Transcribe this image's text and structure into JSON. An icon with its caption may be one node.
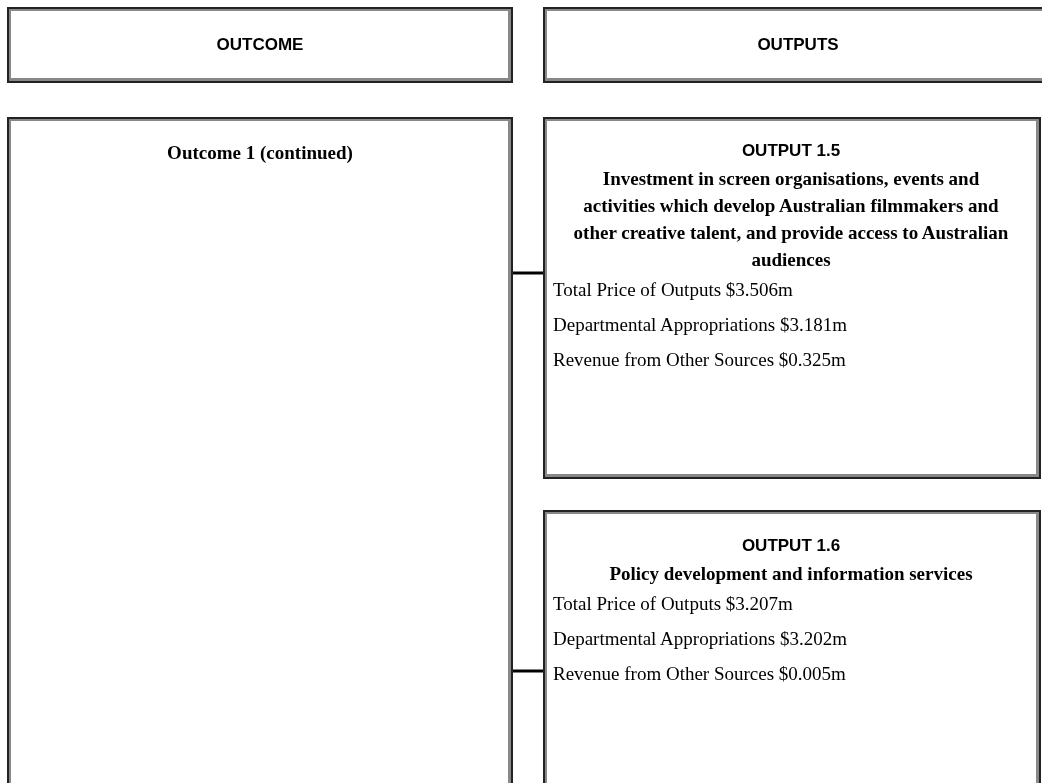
{
  "diagram": {
    "nodes": [
      {
        "text": [
          "OUTCOME"
        ]
      },
      {
        "text": [
          "OUTPUTS"
        ]
      },
      {
        "text": [
          "Outcome 1 (continued)"
        ]
      },
      {
        "text": [
          "OUTPUT 1.5",
          "Investment in screen organisations, events and activities which develop Australian filmmakers and other creative talent, and provide access to Australian audiences",
          "Total Price of Outputs $3.506m",
          "Departmental Appropriations $3.181m",
          "Revenue from Other Sources $0.325m"
        ]
      },
      {
        "text": [
          "OUTPUT 1.6",
          "Policy development and information services",
          "Total Price of Outputs $3.207m",
          "Departmental Appropriations $3.202m",
          "Revenue from Other Sources $0.005m"
        ]
      }
    ],
    "edges": [
      {
        "from": 2,
        "to": 3,
        "arrow": "none"
      },
      {
        "from": 2,
        "to": 4,
        "arrow": "none"
      }
    ]
  }
}
